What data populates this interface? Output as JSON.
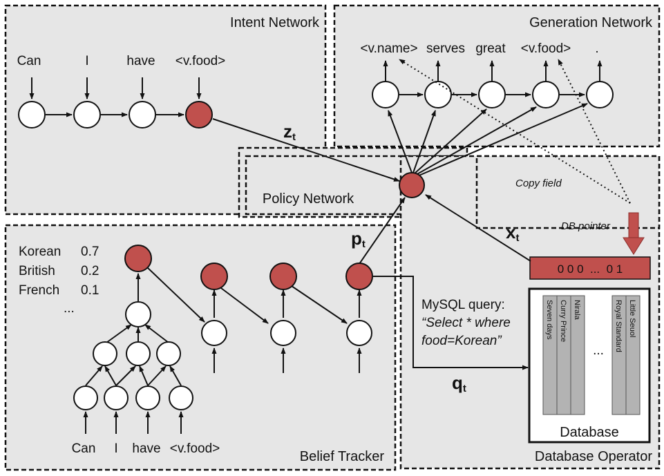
{
  "intent_network": {
    "title": "Intent Network",
    "tokens": [
      "Can",
      "I",
      "have",
      "<v.food>"
    ],
    "output_symbol": "z",
    "output_sub": "t"
  },
  "generation_network": {
    "title": "Generation Network",
    "tokens": [
      "<v.name>",
      "serves",
      "great",
      "<v.food>",
      "."
    ]
  },
  "policy_network": {
    "title": "Policy Network"
  },
  "belief_tracker": {
    "title": "Belief Tracker",
    "distribution": [
      {
        "label": "Korean",
        "value": "0.7"
      },
      {
        "label": "British",
        "value": "0.2"
      },
      {
        "label": "French",
        "value": "0.1"
      }
    ],
    "ellipsis": "...",
    "tokens": [
      "Can",
      "I",
      "have",
      "<v.food>"
    ],
    "output_symbol": "p",
    "output_sub": "t"
  },
  "database_operator": {
    "title": "Database Operator",
    "copy_field_label": "Copy field",
    "db_pointer_label": "DB pointer",
    "pointer_vector": "0 0 0  ...  0 1",
    "x_symbol": "x",
    "x_sub": "t",
    "query_label": "MySQL query:",
    "query_line1": "“Select * where",
    "query_line2": "food=Korean”",
    "q_symbol": "q",
    "q_sub": "t",
    "database_title": "Database",
    "columns_left": [
      "Seven days",
      "Curry Prince",
      "Nirala"
    ],
    "columns_right": [
      "Royal Standard",
      "Little Seuol"
    ],
    "columns_ellipsis": "..."
  },
  "colors": {
    "panel_bg": "#e6e6e6",
    "highlight_node": "#c0504d",
    "node": "#ffffff"
  }
}
